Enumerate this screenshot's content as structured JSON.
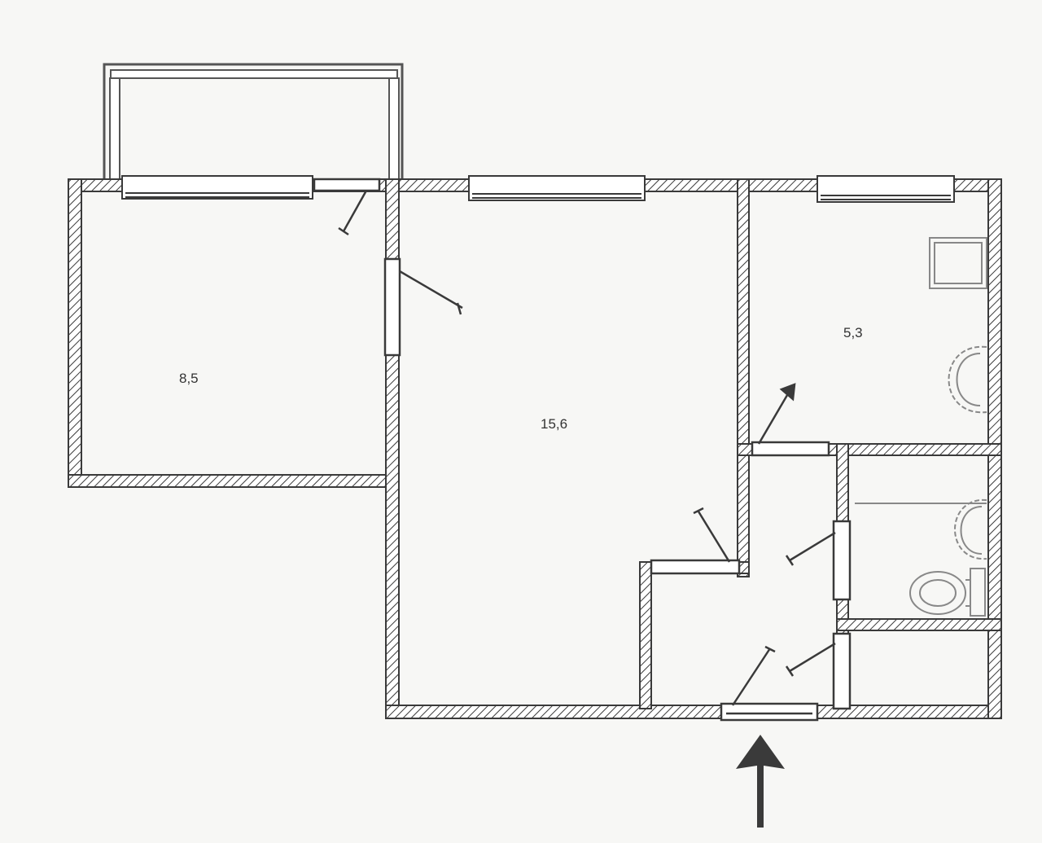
{
  "rooms": [
    {
      "id": "room-left",
      "area_label": "8,5"
    },
    {
      "id": "room-center",
      "area_label": "15,6"
    },
    {
      "id": "room-kitchen",
      "area_label": "5,3"
    }
  ],
  "colors": {
    "wall": "#3a3a3a",
    "hatch": "#3a3a3a",
    "background": "#f7f7f5",
    "fixture": "#888888"
  },
  "icons": {
    "entrance": "up-arrow-icon",
    "door": "door-swing-icon",
    "window": "window-icon"
  }
}
